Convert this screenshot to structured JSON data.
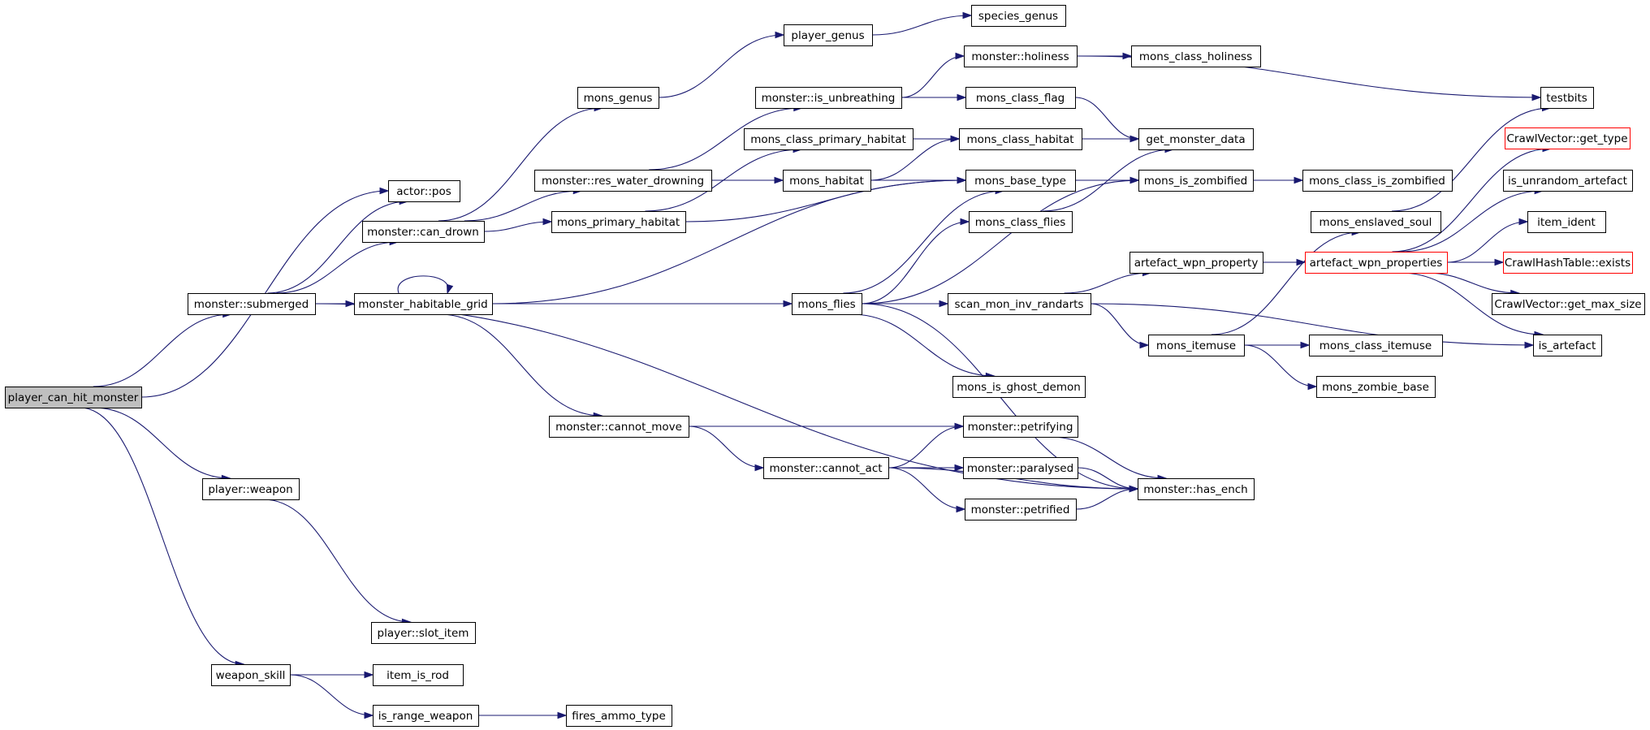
{
  "graph": {
    "edge_color": "#191970",
    "root_fill": "#bfbfbf",
    "external_stroke": "#ff0000",
    "nodes": [
      {
        "id": "player_can_hit_monster",
        "label": "player_can_hit_monster",
        "style": "root"
      },
      {
        "id": "actor_pos",
        "label": "actor::pos"
      },
      {
        "id": "monster_submerged",
        "label": "monster::submerged"
      },
      {
        "id": "monster_can_drown",
        "label": "monster::can_drown"
      },
      {
        "id": "mons_genus",
        "label": "mons_genus"
      },
      {
        "id": "player_genus",
        "label": "player_genus"
      },
      {
        "id": "species_genus",
        "label": "species_genus"
      },
      {
        "id": "monster_holiness",
        "label": "monster::holiness"
      },
      {
        "id": "mons_class_holiness",
        "label": "mons_class_holiness"
      },
      {
        "id": "testbits",
        "label": "testbits"
      },
      {
        "id": "monster_is_unbreathing",
        "label": "monster::is_unbreathing"
      },
      {
        "id": "mons_class_flag",
        "label": "mons_class_flag"
      },
      {
        "id": "get_monster_data",
        "label": "get_monster_data"
      },
      {
        "id": "mons_class_primary_habitat",
        "label": "mons_class_primary_habitat"
      },
      {
        "id": "mons_class_habitat",
        "label": "mons_class_habitat"
      },
      {
        "id": "monster_res_water_drowning",
        "label": "monster::res_water_drowning"
      },
      {
        "id": "mons_habitat",
        "label": "mons_habitat"
      },
      {
        "id": "mons_base_type",
        "label": "mons_base_type"
      },
      {
        "id": "mons_is_zombified",
        "label": "mons_is_zombified"
      },
      {
        "id": "mons_class_is_zombified",
        "label": "mons_class_is_zombified"
      },
      {
        "id": "mons_primary_habitat",
        "label": "mons_primary_habitat"
      },
      {
        "id": "mons_class_flies",
        "label": "mons_class_flies"
      },
      {
        "id": "crawlvector_get_type",
        "label": "CrawlVector::get_type",
        "style": "red"
      },
      {
        "id": "is_unrandom_artefact",
        "label": "is_unrandom_artefact"
      },
      {
        "id": "mons_enslaved_soul",
        "label": "mons_enslaved_soul"
      },
      {
        "id": "item_ident",
        "label": "item_ident"
      },
      {
        "id": "artefact_wpn_property",
        "label": "artefact_wpn_property"
      },
      {
        "id": "artefact_wpn_properties",
        "label": "artefact_wpn_properties",
        "style": "red"
      },
      {
        "id": "crawlhashtable_exists",
        "label": "CrawlHashTable::exists",
        "style": "red"
      },
      {
        "id": "monster_habitable_grid",
        "label": "monster_habitable_grid"
      },
      {
        "id": "mons_flies",
        "label": "mons_flies"
      },
      {
        "id": "scan_mon_inv_randarts",
        "label": "scan_mon_inv_randarts"
      },
      {
        "id": "crawlvector_get_max_size",
        "label": "CrawlVector::get_max_size"
      },
      {
        "id": "is_artefact",
        "label": "is_artefact"
      },
      {
        "id": "mons_itemuse",
        "label": "mons_itemuse"
      },
      {
        "id": "mons_class_itemuse",
        "label": "mons_class_itemuse"
      },
      {
        "id": "mons_is_ghost_demon",
        "label": "mons_is_ghost_demon"
      },
      {
        "id": "mons_zombie_base",
        "label": "mons_zombie_base"
      },
      {
        "id": "monster_cannot_move",
        "label": "monster::cannot_move"
      },
      {
        "id": "monster_petrifying",
        "label": "monster::petrifying"
      },
      {
        "id": "monster_cannot_act",
        "label": "monster::cannot_act"
      },
      {
        "id": "monster_paralysed",
        "label": "monster::paralysed"
      },
      {
        "id": "monster_has_ench",
        "label": "monster::has_ench"
      },
      {
        "id": "monster_petrified",
        "label": "monster::petrified"
      },
      {
        "id": "player_weapon",
        "label": "player::weapon"
      },
      {
        "id": "player_slot_item",
        "label": "player::slot_item"
      },
      {
        "id": "weapon_skill",
        "label": "weapon_skill"
      },
      {
        "id": "item_is_rod",
        "label": "item_is_rod"
      },
      {
        "id": "is_range_weapon",
        "label": "is_range_weapon"
      },
      {
        "id": "fires_ammo_type",
        "label": "fires_ammo_type"
      }
    ],
    "edges": [
      [
        "player_can_hit_monster",
        "actor_pos"
      ],
      [
        "player_can_hit_monster",
        "monster_submerged"
      ],
      [
        "player_can_hit_monster",
        "player_weapon"
      ],
      [
        "player_can_hit_monster",
        "weapon_skill"
      ],
      [
        "monster_submerged",
        "actor_pos"
      ],
      [
        "monster_submerged",
        "monster_can_drown"
      ],
      [
        "monster_submerged",
        "monster_habitable_grid"
      ],
      [
        "monster_submerged",
        "monster_has_ench"
      ],
      [
        "monster_can_drown",
        "mons_genus"
      ],
      [
        "monster_can_drown",
        "monster_res_water_drowning"
      ],
      [
        "monster_can_drown",
        "mons_primary_habitat"
      ],
      [
        "mons_genus",
        "player_genus"
      ],
      [
        "player_genus",
        "species_genus"
      ],
      [
        "monster_res_water_drowning",
        "monster_is_unbreathing"
      ],
      [
        "monster_res_water_drowning",
        "mons_habitat"
      ],
      [
        "monster_is_unbreathing",
        "monster_holiness"
      ],
      [
        "monster_is_unbreathing",
        "mons_class_flag"
      ],
      [
        "monster_holiness",
        "mons_class_holiness"
      ],
      [
        "monster_holiness",
        "testbits"
      ],
      [
        "mons_class_flag",
        "get_monster_data"
      ],
      [
        "mons_class_primary_habitat",
        "mons_class_habitat"
      ],
      [
        "mons_class_habitat",
        "get_monster_data"
      ],
      [
        "mons_habitat",
        "mons_class_habitat"
      ],
      [
        "mons_habitat",
        "mons_base_type"
      ],
      [
        "mons_primary_habitat",
        "mons_class_primary_habitat"
      ],
      [
        "mons_primary_habitat",
        "mons_base_type"
      ],
      [
        "mons_base_type",
        "mons_is_zombified"
      ],
      [
        "mons_is_zombified",
        "mons_class_is_zombified"
      ],
      [
        "mons_class_flies",
        "get_monster_data"
      ],
      [
        "monster_habitable_grid",
        "monster_habitable_grid"
      ],
      [
        "monster_habitable_grid",
        "mons_base_type"
      ],
      [
        "monster_habitable_grid",
        "mons_flies"
      ],
      [
        "monster_habitable_grid",
        "monster_cannot_move"
      ],
      [
        "mons_flies",
        "mons_base_type"
      ],
      [
        "mons_flies",
        "mons_class_flies"
      ],
      [
        "mons_flies",
        "mons_is_zombified"
      ],
      [
        "mons_flies",
        "scan_mon_inv_randarts"
      ],
      [
        "mons_flies",
        "mons_is_ghost_demon"
      ],
      [
        "mons_flies",
        "monster_has_ench"
      ],
      [
        "scan_mon_inv_randarts",
        "artefact_wpn_property"
      ],
      [
        "scan_mon_inv_randarts",
        "mons_itemuse"
      ],
      [
        "scan_mon_inv_randarts",
        "is_artefact"
      ],
      [
        "artefact_wpn_property",
        "artefact_wpn_properties"
      ],
      [
        "artefact_wpn_properties",
        "crawlvector_get_type"
      ],
      [
        "artefact_wpn_properties",
        "is_unrandom_artefact"
      ],
      [
        "artefact_wpn_properties",
        "item_ident"
      ],
      [
        "artefact_wpn_properties",
        "crawlhashtable_exists"
      ],
      [
        "artefact_wpn_properties",
        "crawlvector_get_max_size"
      ],
      [
        "artefact_wpn_properties",
        "is_artefact"
      ],
      [
        "mons_itemuse",
        "mons_enslaved_soul"
      ],
      [
        "mons_itemuse",
        "mons_class_itemuse"
      ],
      [
        "mons_itemuse",
        "mons_zombie_base"
      ],
      [
        "mons_enslaved_soul",
        "testbits"
      ],
      [
        "monster_cannot_move",
        "monster_petrifying"
      ],
      [
        "monster_cannot_move",
        "monster_cannot_act"
      ],
      [
        "monster_cannot_act",
        "monster_petrifying"
      ],
      [
        "monster_cannot_act",
        "monster_paralysed"
      ],
      [
        "monster_cannot_act",
        "monster_petrified"
      ],
      [
        "monster_cannot_act",
        "monster_has_ench"
      ],
      [
        "monster_petrifying",
        "monster_has_ench"
      ],
      [
        "monster_paralysed",
        "monster_has_ench"
      ],
      [
        "monster_petrified",
        "monster_has_ench"
      ],
      [
        "player_weapon",
        "player_slot_item"
      ],
      [
        "weapon_skill",
        "item_is_rod"
      ],
      [
        "weapon_skill",
        "is_range_weapon"
      ],
      [
        "is_range_weapon",
        "fires_ammo_type"
      ]
    ]
  }
}
